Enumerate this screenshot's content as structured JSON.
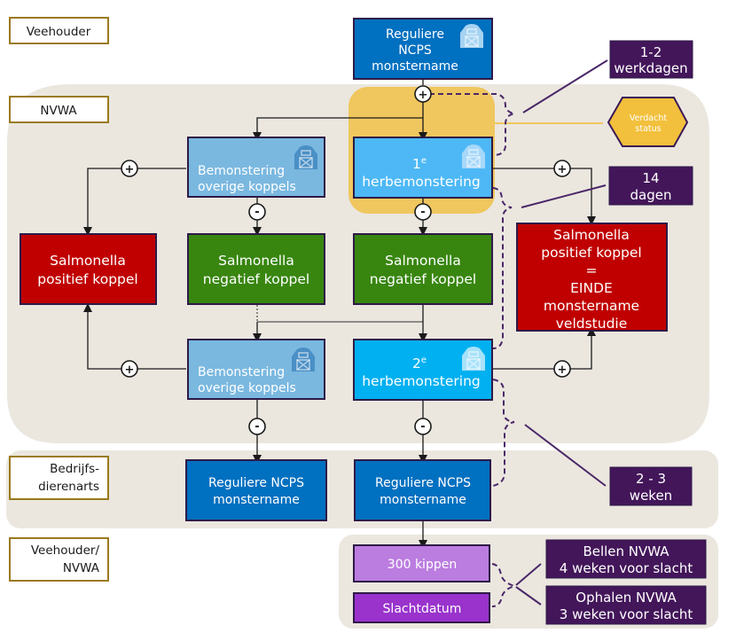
{
  "lanes": [
    {
      "role": [
        "Veehouder"
      ]
    },
    {
      "role": [
        "NVWA"
      ]
    },
    {
      "role": [
        "Bedrijfs-",
        "dierenarts"
      ]
    },
    {
      "role": [
        "Veehouder/",
        "NVWA"
      ]
    }
  ],
  "colors": {
    "lane_bg": "#ebe7df",
    "role_border": "#9a7a1e",
    "regular_blue": "#0070c0",
    "light_blue": "#7ab8e0",
    "cyan": "#4db8f5",
    "cyan2": "#00b0f0",
    "red": "#c00000",
    "green": "#38860f",
    "purple_dark": "#43165a",
    "highlight": "#f0c75e",
    "lilac": "#bb7de0",
    "violet": "#9933cc",
    "hex": "#f2c03c"
  },
  "nodes": {
    "top_regular": [
      "Reguliere",
      "NCPS",
      "monstername"
    ],
    "bem_left_1": [
      "Bemonstering",
      "overige koppels"
    ],
    "herbem_1": {
      "num": "1",
      "sup": "e",
      "label": "herbemonstering"
    },
    "pos_left": [
      "Salmonella",
      "positief koppel"
    ],
    "neg_left": [
      "Salmonella",
      "negatief koppel"
    ],
    "neg_mid": [
      "Salmonella",
      "negatief koppel"
    ],
    "pos_right": [
      "Salmonella",
      "positief koppel",
      "=",
      "EINDE",
      "monstername",
      "veldstudie"
    ],
    "bem_left_2": [
      "Bemonstering",
      "overige koppels"
    ],
    "herbem_2": {
      "num": "2",
      "sup": "e",
      "label": "herbemonstering"
    },
    "regular_left": [
      "Reguliere NCPS",
      "monstername"
    ],
    "regular_mid": [
      "Reguliere NCPS",
      "monstername"
    ],
    "kippen": "300 kippen",
    "slachtdatum": "Slachtdatum"
  },
  "status": [
    "Verdacht",
    "status"
  ],
  "notes": {
    "werkdagen": [
      "1-2",
      "werkdagen"
    ],
    "dagen": [
      "14",
      "dagen"
    ],
    "weken": [
      "2 - 3",
      "weken"
    ],
    "bellen": [
      "Bellen NVWA",
      "4 weken voor slacht"
    ],
    "ophalen": [
      "Ophalen NVWA",
      "3 weken voor slacht"
    ]
  },
  "symbols": {
    "plus": "+",
    "minus": "-"
  }
}
